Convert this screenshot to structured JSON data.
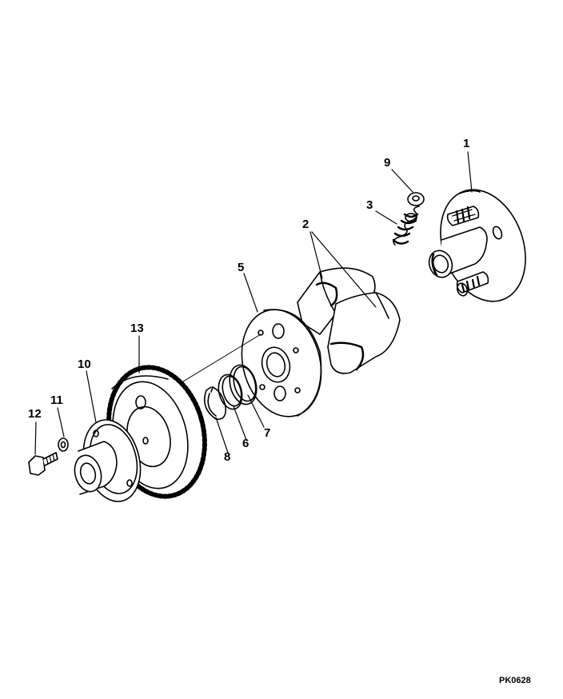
{
  "diagram": {
    "figure_code": "PK0628",
    "callouts": [
      {
        "id": "1",
        "text": "1"
      },
      {
        "id": "2",
        "text": "2"
      },
      {
        "id": "3",
        "text": "3"
      },
      {
        "id": "5",
        "text": "5"
      },
      {
        "id": "6",
        "text": "6"
      },
      {
        "id": "7",
        "text": "7"
      },
      {
        "id": "8",
        "text": "8"
      },
      {
        "id": "9",
        "text": "9"
      },
      {
        "id": "10",
        "text": "10"
      },
      {
        "id": "11",
        "text": "11"
      },
      {
        "id": "12",
        "text": "12"
      },
      {
        "id": "13",
        "text": "13"
      }
    ]
  }
}
